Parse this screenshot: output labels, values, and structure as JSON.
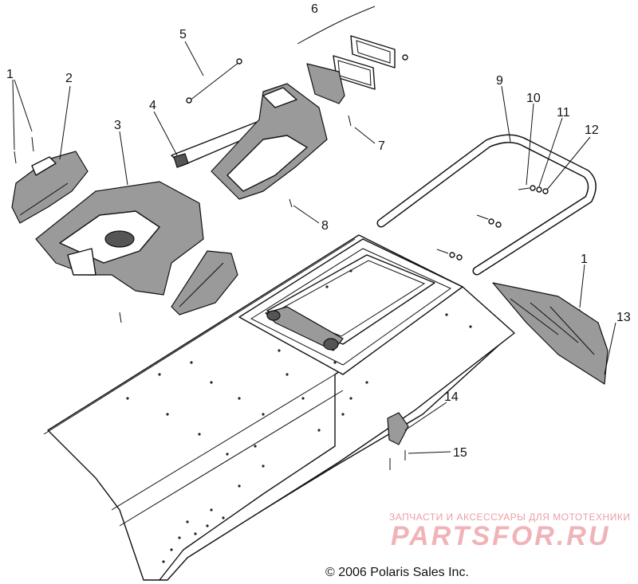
{
  "callouts": {
    "c1a": "1",
    "c2": "2",
    "c3": "3",
    "c4": "4",
    "c5": "5",
    "c6": "6",
    "c7": "7",
    "c8": "8",
    "c9": "9",
    "c10": "10",
    "c11": "11",
    "c12": "12",
    "c1b": "1",
    "c13": "13",
    "c14": "14",
    "c15": "15"
  },
  "watermark": {
    "tagline": "ЗАПЧАСТИ И АКСЕССУАРЫ ДЛЯ МОТОТЕХНИКИ",
    "brand": "PARTSFOR.RU"
  },
  "copyright": "© 2006 Polaris Sales Inc."
}
